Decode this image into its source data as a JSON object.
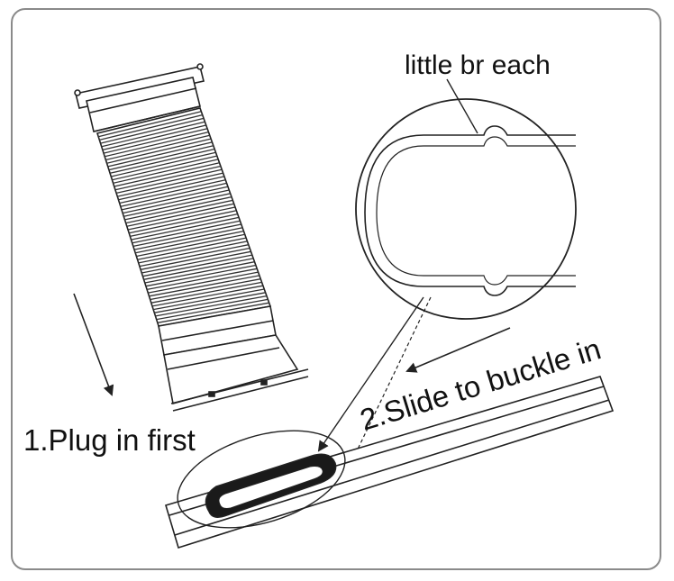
{
  "labels": {
    "detail": "little br each",
    "step1": "1.Plug in first",
    "step2": "2.Slide to buckle in"
  },
  "colors": {
    "line": "#222222",
    "frame": "#8a8a8a",
    "hose_rib": "#333333"
  },
  "icons": {
    "step1_arrow": "arrow-down-icon",
    "step2_arrow": "arrow-left-icon"
  }
}
